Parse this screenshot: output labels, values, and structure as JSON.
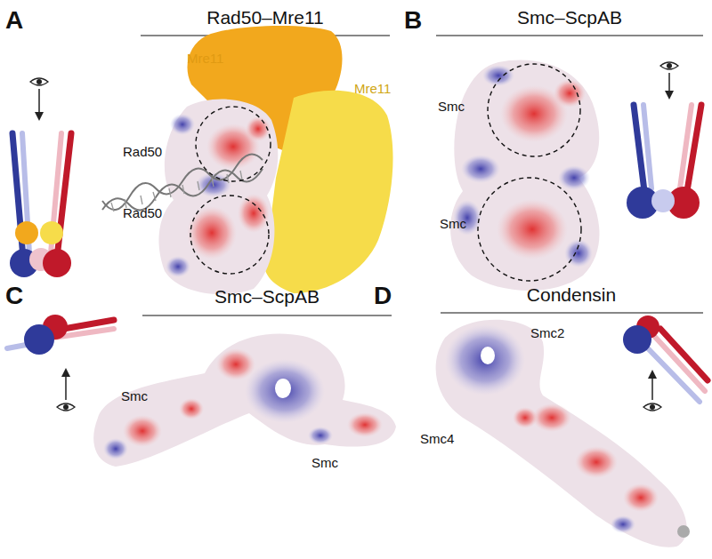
{
  "diagram": {
    "labels": [
      "A",
      "Rad50–Mre11",
      "Mre11",
      "Mre11",
      "Rad50",
      "Rad50",
      "B",
      "Smc–ScpAB",
      "Smc",
      "Smc",
      "C",
      "Smc–ScpAB",
      "Smc",
      "Smc",
      "D",
      "Condensin",
      "Smc2",
      "Smc4"
    ]
  }
}
